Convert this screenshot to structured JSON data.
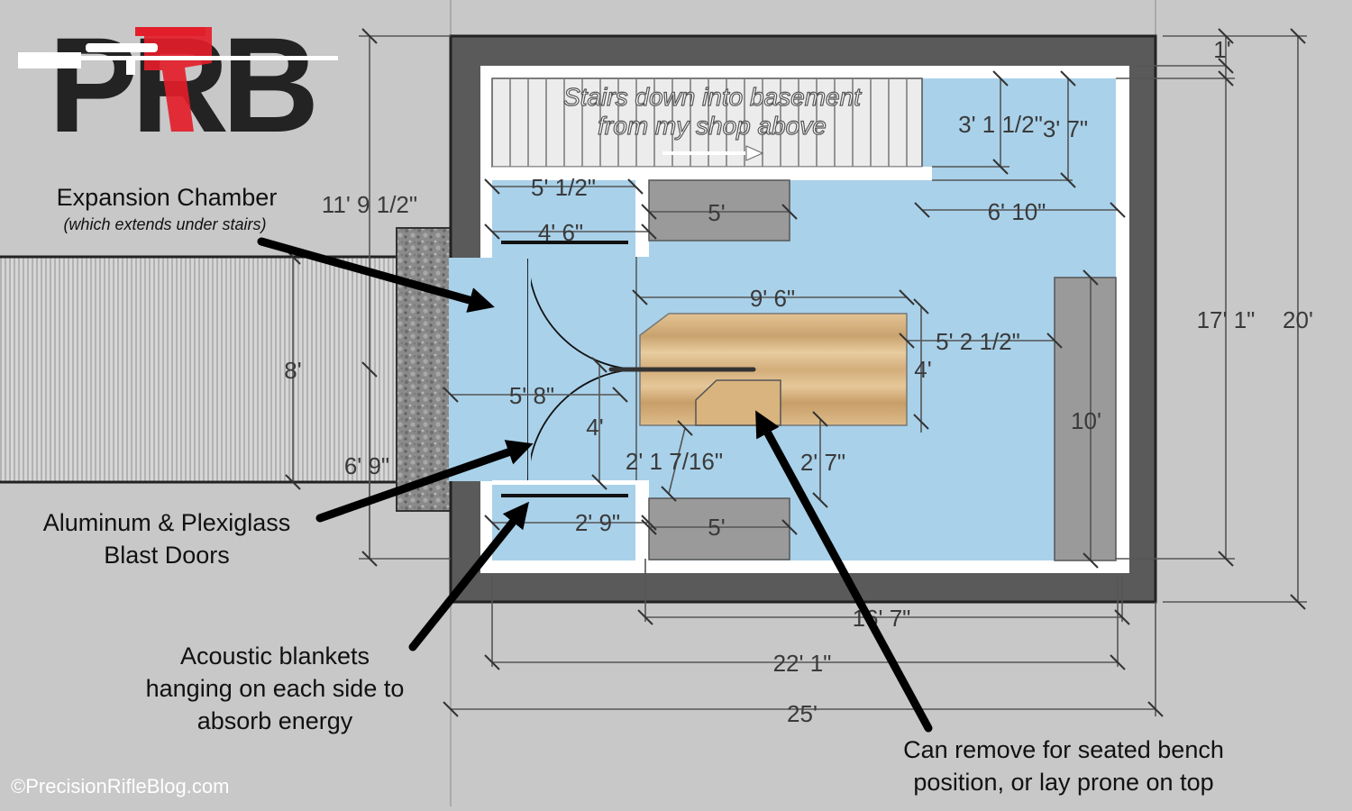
{
  "logo": {
    "text": "PRB"
  },
  "credit": "©PrecisionRifleBlog.com",
  "stairs_label": {
    "line1": "Stairs down into basement",
    "line2": "from my shop above"
  },
  "annotations": {
    "expansion_title": "Expansion Chamber",
    "expansion_sub": "(which extends under stairs)",
    "doors_line1": "Aluminum & Plexiglass",
    "doors_line2": "Blast Doors",
    "acoustic_line1": "Acoustic blankets",
    "acoustic_line2": "hanging on each side to",
    "acoustic_line3": "absorb energy",
    "remove_line1": "Can remove for seated bench",
    "remove_line2": "position, or lay prone on top"
  },
  "dimensions": {
    "d_11_9": "11' 9 1/2\"",
    "d_5_half": "5' 1/2\"",
    "d_4_6": "4' 6\"",
    "d_5_top": "5'",
    "d_3_1": "3' 1 1/2\"",
    "d_3_7": "3' 7\"",
    "d_1": "1'",
    "d_6_10": "6' 10\"",
    "d_9_6": "9' 6\"",
    "d_5_2": "5' 2 1/2\"",
    "d_4_bench": "4'",
    "d_17_1": "17' 1\"",
    "d_20": "20'",
    "d_8": "8'",
    "d_5_8": "5' 8\"",
    "d_4_door": "4'",
    "d_2_1": "2' 1 7/16\"",
    "d_2_7": "2' 7\"",
    "d_10": "10'",
    "d_6_9": "6' 9\"",
    "d_2_9": "2' 9\"",
    "d_5_bottom": "5'",
    "d_16_7": "16' 7\"",
    "d_22_1": "22' 1\"",
    "d_25": "25'"
  },
  "colors": {
    "background": "#c8c8c8",
    "wall": "#5a5a5a",
    "floor": "#a9d1ea",
    "logo_dark": "#232323",
    "logo_red": "#e31e2b",
    "wood": "#dcb787"
  }
}
